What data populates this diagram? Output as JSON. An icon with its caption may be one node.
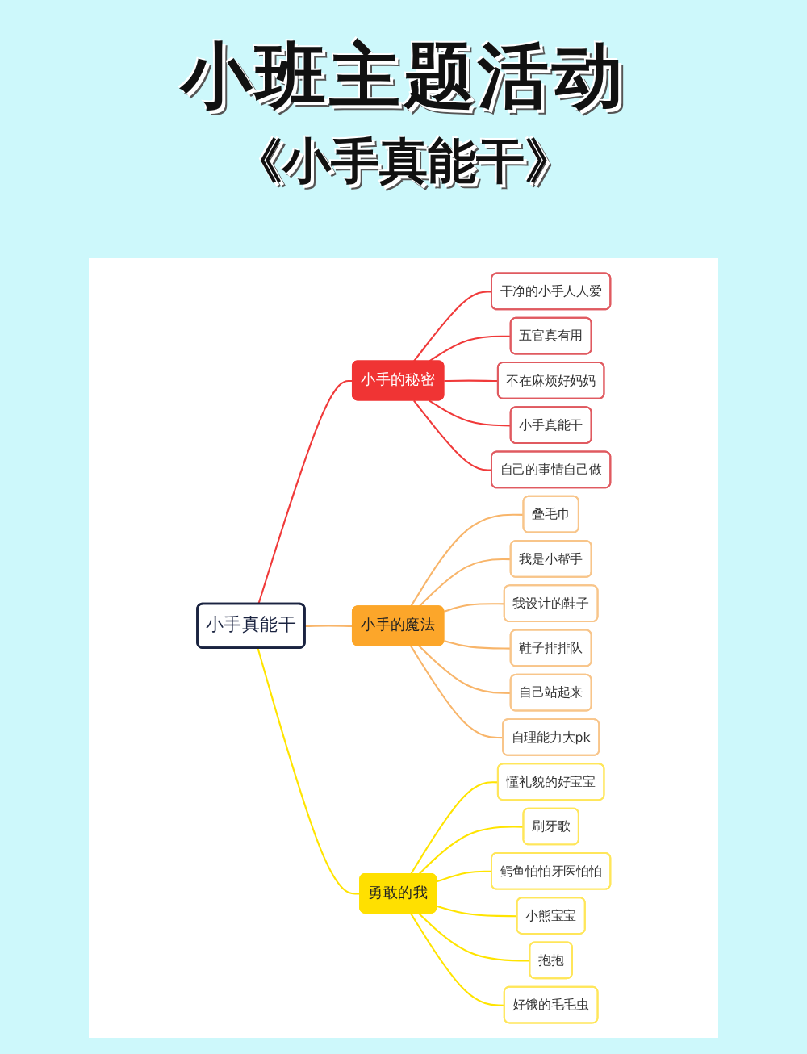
{
  "diagram": {
    "title": "小班主题活动",
    "nodes": [
      {
        "text": [
          "小手真能干"
        ]
      },
      {
        "text": [
          "小手的秘密"
        ]
      },
      {
        "text": [
          "干净的小手人人爱"
        ]
      },
      {
        "text": [
          "五官真有用"
        ]
      },
      {
        "text": [
          "不在麻烦好妈妈"
        ]
      },
      {
        "text": [
          "小手真能干"
        ]
      },
      {
        "text": [
          "自己的事情自己做"
        ]
      },
      {
        "text": [
          "小手的魔法"
        ]
      },
      {
        "text": [
          "叠毛巾"
        ]
      },
      {
        "text": [
          "我是小帮手"
        ]
      },
      {
        "text": [
          "我设计的鞋子"
        ]
      },
      {
        "text": [
          "鞋子排排队"
        ]
      },
      {
        "text": [
          "自己站起来"
        ]
      },
      {
        "text": [
          "自理能力大pk"
        ]
      },
      {
        "text": [
          "勇敢的我"
        ]
      },
      {
        "text": [
          "懂礼貌的好宝宝"
        ]
      },
      {
        "text": [
          "刷牙歌"
        ]
      },
      {
        "text": [
          "鳄鱼怕怕牙医怕怕"
        ]
      },
      {
        "text": [
          "小熊宝宝"
        ]
      },
      {
        "text": [
          "抱抱"
        ]
      },
      {
        "text": [
          "好饿的毛毛虫"
        ]
      }
    ],
    "edges": [
      {
        "from": 0,
        "to": 1,
        "arrow": "none",
        "color": "#f03a3a"
      },
      {
        "from": 1,
        "to": 2,
        "arrow": "none",
        "color": "#f03a3a"
      },
      {
        "from": 1,
        "to": 3,
        "arrow": "none",
        "color": "#f03a3a"
      },
      {
        "from": 1,
        "to": 4,
        "arrow": "none",
        "color": "#f03a3a"
      },
      {
        "from": 1,
        "to": 5,
        "arrow": "none",
        "color": "#f03a3a"
      },
      {
        "from": 1,
        "to": 6,
        "arrow": "none",
        "color": "#f03a3a"
      },
      {
        "from": 0,
        "to": 7,
        "arrow": "none",
        "color": "#f8b56a"
      },
      {
        "from": 7,
        "to": 8,
        "arrow": "none",
        "color": "#f8b56a"
      },
      {
        "from": 7,
        "to": 9,
        "arrow": "none",
        "color": "#f8b56a"
      },
      {
        "from": 7,
        "to": 10,
        "arrow": "none",
        "color": "#f8b56a"
      },
      {
        "from": 7,
        "to": 11,
        "arrow": "none",
        "color": "#f8b56a"
      },
      {
        "from": 7,
        "to": 12,
        "arrow": "none",
        "color": "#f8b56a"
      },
      {
        "from": 7,
        "to": 13,
        "arrow": "none",
        "color": "#f8b56a"
      },
      {
        "from": 0,
        "to": 14,
        "arrow": "none",
        "color": "#ffe400"
      },
      {
        "from": 14,
        "to": 15,
        "arrow": "none",
        "color": "#ffe400"
      },
      {
        "from": 14,
        "to": 16,
        "arrow": "none",
        "color": "#ffe400"
      },
      {
        "from": 14,
        "to": 17,
        "arrow": "none",
        "color": "#ffe400"
      },
      {
        "from": 14,
        "to": 18,
        "arrow": "none",
        "color": "#ffe400"
      },
      {
        "from": 14,
        "to": 19,
        "arrow": "none",
        "color": "#ffe400"
      },
      {
        "from": 14,
        "to": 20,
        "arrow": "none",
        "color": "#ffe400"
      }
    ],
    "labels": [
      "《小手真能干》"
    ]
  }
}
